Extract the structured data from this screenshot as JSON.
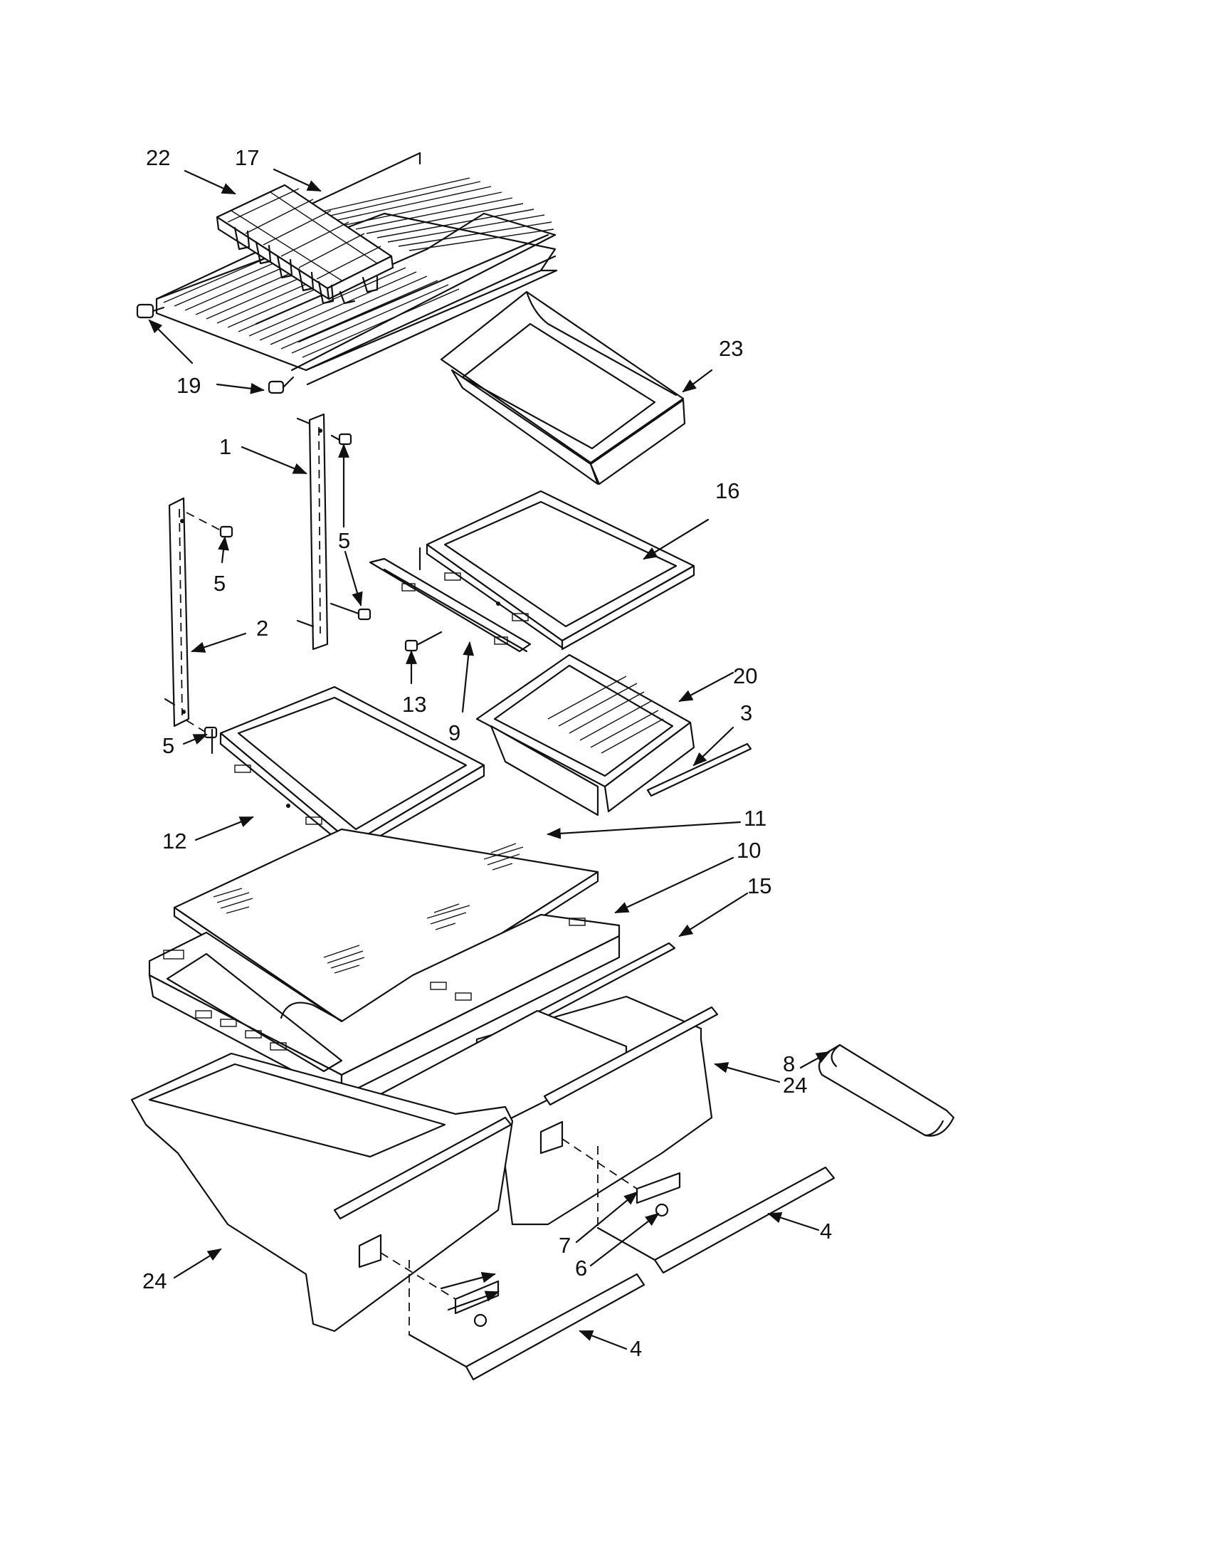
{
  "parts": [
    {
      "id": "p1",
      "label": "1"
    },
    {
      "id": "p2",
      "label": "2"
    },
    {
      "id": "p3",
      "label": "3"
    },
    {
      "id": "p4a",
      "label": "4"
    },
    {
      "id": "p4b",
      "label": "4"
    },
    {
      "id": "p5a",
      "label": "5"
    },
    {
      "id": "p5b",
      "label": "5"
    },
    {
      "id": "p5c",
      "label": "5"
    },
    {
      "id": "p6",
      "label": "6"
    },
    {
      "id": "p7",
      "label": "7"
    },
    {
      "id": "p8",
      "label": "8"
    },
    {
      "id": "p9",
      "label": "9"
    },
    {
      "id": "p10",
      "label": "10"
    },
    {
      "id": "p11",
      "label": "11"
    },
    {
      "id": "p12",
      "label": "12"
    },
    {
      "id": "p13",
      "label": "13"
    },
    {
      "id": "p15",
      "label": "15"
    },
    {
      "id": "p16",
      "label": "16"
    },
    {
      "id": "p17",
      "label": "17"
    },
    {
      "id": "p19",
      "label": "19"
    },
    {
      "id": "p20",
      "label": "20"
    },
    {
      "id": "p22",
      "label": "22"
    },
    {
      "id": "p23",
      "label": "23"
    },
    {
      "id": "p24a",
      "label": "24"
    },
    {
      "id": "p24b",
      "label": "24"
    }
  ]
}
